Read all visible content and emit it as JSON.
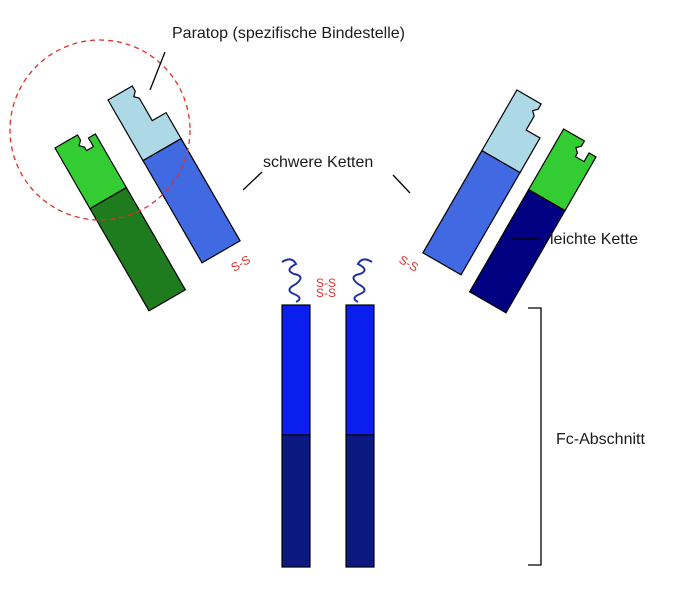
{
  "labels": {
    "paratope": "Paratop (spezifische Bindestelle)",
    "heavy_chains": "schwere Ketten",
    "light_chain": "leichte Kette",
    "fc_region": "Fc-Abschnitt",
    "disulfide": "S-S"
  },
  "colors": {
    "heavy_variable": "#add8e6",
    "heavy_constant_arm": "#4169e1",
    "heavy_constant_fc_upper": "#0a1eee",
    "heavy_constant_fc_lower": "#0a1880",
    "light_variable": "#33cc33",
    "light_constant_left": "#1e7b1e",
    "light_constant_right": "#000080",
    "hinge": "#1f2fa0",
    "disulfide": "#e0302a",
    "paratope_circle": "#e0302a"
  }
}
